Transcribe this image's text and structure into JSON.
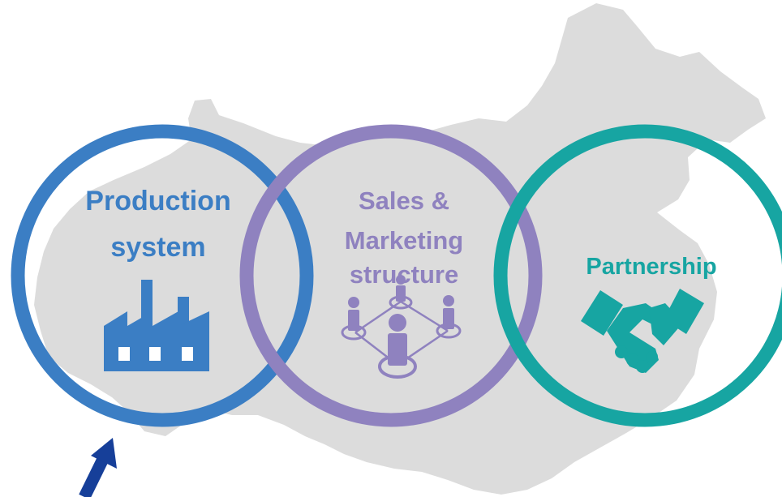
{
  "diagram": {
    "colors": {
      "map": "#dcdcdc",
      "production": "#3b7ec4",
      "sales": "#8f82bf",
      "partnership": "#17a5a2",
      "arrow": "#163f99"
    },
    "circles": [
      {
        "id": "production",
        "lines": [
          "Production",
          "system"
        ],
        "icon": "factory-icon"
      },
      {
        "id": "sales",
        "lines": [
          "Sales &",
          "Marketing",
          "structure"
        ],
        "icon": "people-network-icon"
      },
      {
        "id": "partnership",
        "lines": [
          "Partnership"
        ],
        "icon": "handshake-icon"
      }
    ],
    "background": "china-map-silhouette",
    "pointer": "up-right-arrow-icon"
  }
}
